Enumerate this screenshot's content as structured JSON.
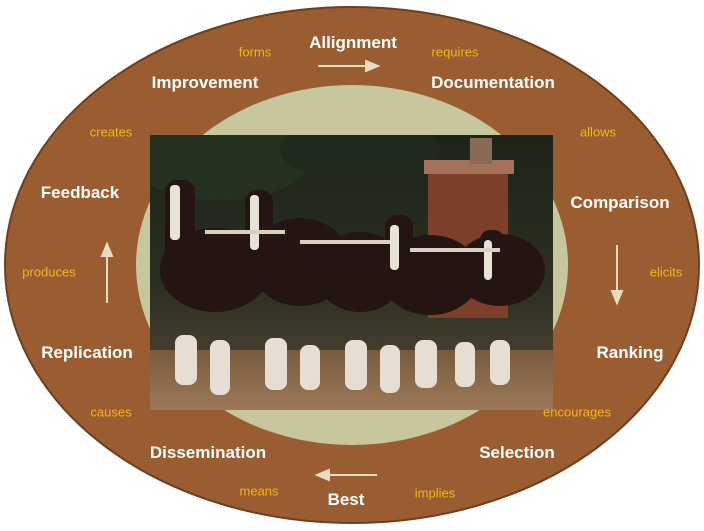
{
  "colors": {
    "ring": "#9a5d31",
    "ring_edge": "#6e3f1d",
    "inner": "#c7c69c",
    "term_text": "#ffffff",
    "verb_text": "#f2b71b",
    "arrow": "#e8dcc0"
  },
  "photo": {
    "subject": "draft-horse team pulling (Clydesdales)"
  },
  "cycle": {
    "terms": {
      "allignment": "Allignment",
      "documentation": "Documentation",
      "comparison": "Comparison",
      "ranking": "Ranking",
      "selection": "Selection",
      "best": "Best",
      "dissemination": "Dissemination",
      "replication": "Replication",
      "feedback": "Feedback",
      "improvement": "Improvement"
    },
    "verbs": {
      "forms": "forms",
      "requires": "requires",
      "allows": "allows",
      "elicits": "elicits",
      "encourages": "encourages",
      "implies": "implies",
      "means": "means",
      "causes": "causes",
      "produces": "produces",
      "creates": "creates"
    }
  }
}
